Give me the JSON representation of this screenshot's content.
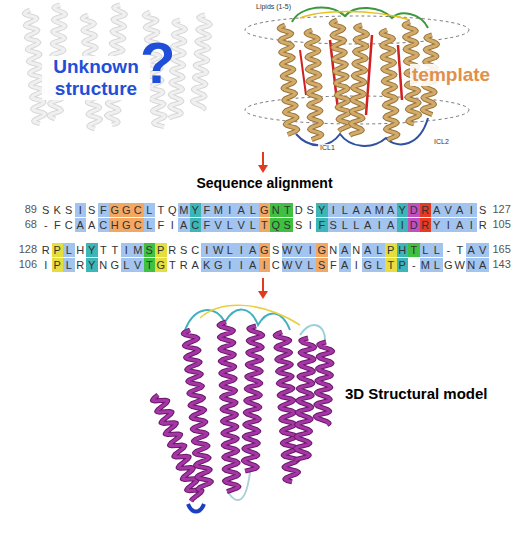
{
  "diagram": {
    "labels": [
      "Unknown structure",
      "?",
      "template",
      "Lipids (1-5)",
      "ICL2",
      "ICL1",
      "Sequence alignment",
      "89",
      "SKSISFGGCLTQMYFMIALGNTDSYILAAMAYDRAVAIS",
      "127",
      "68",
      "-FCAACHGCLFIACFVLVLTQSSIFSLLAIAIDRYIAIR",
      "105",
      "128",
      "RPLHYTTIMSPRSCIWLIAGSWVIGNANALPHTLL-TAV",
      "165",
      "106",
      "IPLRYNGLVTGTRAKGIIAICWVLSFAIGLTP-MLGWNA",
      "143",
      "3D Structural model"
    ]
  }
}
